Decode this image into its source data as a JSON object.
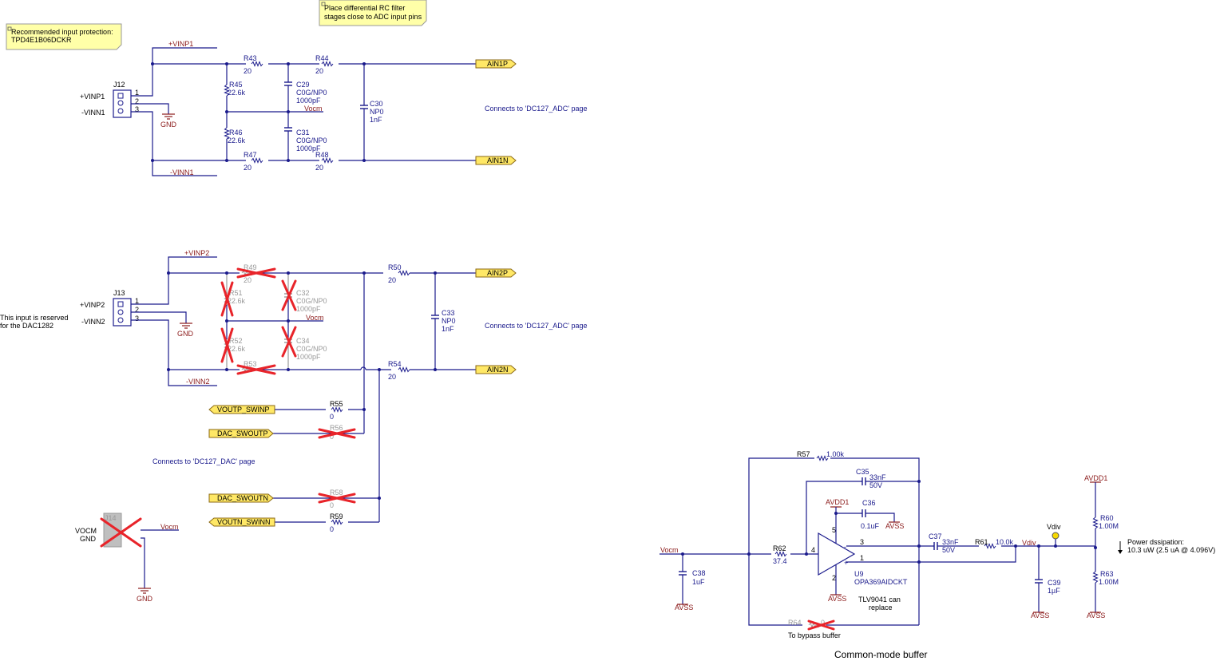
{
  "notes": {
    "input_protection_1": "Recommended input protection:",
    "input_protection_2": "TPD4E1B06DCKR",
    "rc_filter_1": "Place differential RC filter",
    "rc_filter_2": "stages close to ADC input pins"
  },
  "labels": {
    "vinp1": "+VINP1",
    "vinn1": "-VINN1",
    "vinp2": "+VINP2",
    "vinn2": "-VINN2",
    "gnd": "GND",
    "vocm": "Vocm",
    "vocm_caps": "VOCM",
    "avdd1": "AVDD1",
    "avss": "AVSS",
    "vdiv": "Vdiv",
    "reserved_1": "This input is reserved",
    "reserved_2": "for the DAC1282",
    "connects_adc": "Connects to 'DC127_ADC' page",
    "connects_dac": "Connects to 'DC127_DAC' page",
    "tlv_1": "TLV9041 can",
    "tlv_2": "replace",
    "bypass": "To bypass buffer",
    "power_1": "Power dssipation:",
    "power_2": "10.3 uW (2.5 uA @ 4.096V)",
    "section_title": "Common-mode buffer"
  },
  "ports": {
    "ain1p": "AIN1P",
    "ain1n": "AIN1N",
    "ain2p": "AIN2P",
    "ain2n": "AIN2N",
    "voutp_swinp": "VOUTP_SWINP",
    "dac_swoutp": "DAC_SWOUTP",
    "dac_swoutn": "DAC_SWOUTN",
    "voutn_swinn": "VOUTN_SWINN"
  },
  "connectors": {
    "j12": "J12",
    "j13": "J13",
    "j14": "J14",
    "pin1": "1",
    "pin2": "2",
    "pin3": "3"
  },
  "parts": {
    "r43": {
      "ref": "R43",
      "val": "20"
    },
    "r44": {
      "ref": "R44",
      "val": "20"
    },
    "r45": {
      "ref": "R45",
      "val": "22.6k"
    },
    "r46": {
      "ref": "R46",
      "val": "22.6k"
    },
    "r47": {
      "ref": "R47",
      "val": "20"
    },
    "r48": {
      "ref": "R48",
      "val": "20"
    },
    "c29": {
      "ref": "C29",
      "val1": "C0G/NP0",
      "val2": "1000pF"
    },
    "c31": {
      "ref": "C31",
      "val1": "C0G/NP0",
      "val2": "1000pF"
    },
    "c30": {
      "ref": "C30",
      "val1": "NP0",
      "val2": "1nF"
    },
    "r49": {
      "ref": "R49",
      "val": "20"
    },
    "r50": {
      "ref": "R50",
      "val": "20"
    },
    "r51": {
      "ref": "R51",
      "val": "22.6k"
    },
    "r52": {
      "ref": "R52",
      "val": "22.6k"
    },
    "r53": {
      "ref": "R53",
      "val": "20"
    },
    "r54": {
      "ref": "R54",
      "val": "20"
    },
    "c32": {
      "ref": "C32",
      "val1": "C0G/NP0",
      "val2": "1000pF"
    },
    "c34": {
      "ref": "C34",
      "val1": "C0G/NP0",
      "val2": "1000pF"
    },
    "c33": {
      "ref": "C33",
      "val1": "NP0",
      "val2": "1nF"
    },
    "r55": {
      "ref": "R55",
      "val": "0"
    },
    "r56": {
      "ref": "R56",
      "val": "0"
    },
    "r58": {
      "ref": "R58",
      "val": "0"
    },
    "r59": {
      "ref": "R59",
      "val": "0"
    },
    "r57": {
      "ref": "R57",
      "val": "1.00k"
    },
    "c35": {
      "ref": "C35",
      "val1": "33nF",
      "val2": "50V"
    },
    "c36": {
      "ref": "C36",
      "val": "0.1uF"
    },
    "c37": {
      "ref": "C37",
      "val1": "33nF",
      "val2": "50V"
    },
    "c38": {
      "ref": "C38",
      "val": "1uF"
    },
    "c39": {
      "ref": "C39",
      "val": "1µF"
    },
    "r61": {
      "ref": "R61",
      "val": "10.0k"
    },
    "r62": {
      "ref": "R62",
      "val": "37.4"
    },
    "r60": {
      "ref": "R60",
      "val": "1.00M"
    },
    "r63": {
      "ref": "R63",
      "val": "1.00M"
    },
    "r64": {
      "ref": "R64",
      "val": "0"
    },
    "u9": {
      "ref": "U9",
      "val": "OPA369AIDCKT"
    }
  },
  "opamp_pins": {
    "p1": "1",
    "p2": "2",
    "p3": "3",
    "p4": "4",
    "p5": "5",
    "plus": "+",
    "minus": "-"
  }
}
